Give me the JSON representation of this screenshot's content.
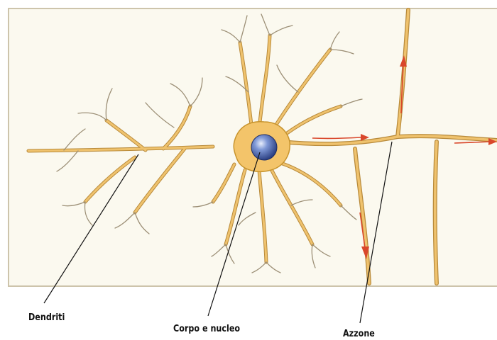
{
  "labels": {
    "dendrites": "Dendriti",
    "cell_body": "Corpo e nucleo",
    "axon": "Azzone"
  },
  "colors": {
    "panel_fill": "#fbf9ef",
    "panel_border": "#cdc4ab",
    "neuron_fill": "#f3c46a",
    "neuron_edge": "#c8942d",
    "nucleus": "#4a68b8",
    "arrow": "#d9472b",
    "leader_line": "#111111"
  }
}
